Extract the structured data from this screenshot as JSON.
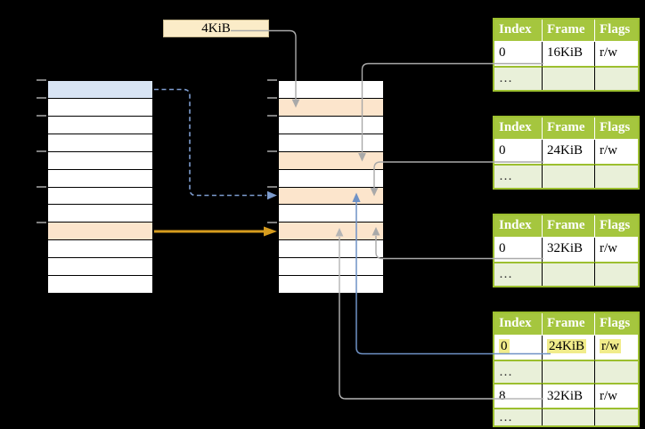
{
  "canvas": {
    "background": "#000000"
  },
  "page_size_box": {
    "label": "4KiB"
  },
  "virtual_memory_column": {
    "cells": [
      "blue",
      "white",
      "white",
      "white",
      "white",
      "white",
      "white",
      "white",
      "orange",
      "white",
      "white",
      "white"
    ]
  },
  "physical_memory_column": {
    "cells": [
      "white",
      "orange",
      "white",
      "white",
      "orange",
      "white",
      "orange",
      "white",
      "orange",
      "white",
      "white",
      "white"
    ]
  },
  "page_tables": [
    {
      "headers": [
        "Index",
        "Frame",
        "Flags"
      ],
      "rows": [
        {
          "cells": [
            "0",
            "16KiB",
            "r/w"
          ],
          "variant": "data",
          "highlight": false
        },
        {
          "cells": [
            "…",
            "",
            ""
          ],
          "variant": "ellipsis",
          "highlight": false
        }
      ]
    },
    {
      "headers": [
        "Index",
        "Frame",
        "Flags"
      ],
      "rows": [
        {
          "cells": [
            "0",
            "24KiB",
            "r/w"
          ],
          "variant": "data",
          "highlight": false
        },
        {
          "cells": [
            "…",
            "",
            ""
          ],
          "variant": "ellipsis",
          "highlight": false
        }
      ]
    },
    {
      "headers": [
        "Index",
        "Frame",
        "Flags"
      ],
      "rows": [
        {
          "cells": [
            "0",
            "32KiB",
            "r/w"
          ],
          "variant": "data",
          "highlight": false
        },
        {
          "cells": [
            "…",
            "",
            ""
          ],
          "variant": "ellipsis",
          "highlight": false
        }
      ]
    },
    {
      "headers": [
        "Index",
        "Frame",
        "Flags"
      ],
      "rows": [
        {
          "cells": [
            "0",
            "24KiB",
            "r/w"
          ],
          "variant": "data",
          "highlight": true
        },
        {
          "cells": [
            "…",
            "",
            ""
          ],
          "variant": "ellipsis",
          "highlight": false
        },
        {
          "cells": [
            "8",
            "32KiB",
            "r/w"
          ],
          "variant": "data",
          "highlight": false
        },
        {
          "cells": [
            "…",
            "",
            ""
          ],
          "variant": "ellipsis",
          "highlight": false
        }
      ]
    }
  ],
  "colors": {
    "table_header_green": "#A5C63E",
    "table_border_green": "#9CBF2F",
    "table_ellipsis_row_bg": "#E9F0D9",
    "highlight_yellow": "#F1EC8B",
    "virtual_cell_blue": "#D8E4F4",
    "memory_cell_orange": "#FCE5CC",
    "label_box_fill": "#FBECC8",
    "arrow_gray": "#A9A9A9",
    "arrow_blue": "#6F92C6",
    "arrow_dashed_blue": "#7D9CCE",
    "arrow_orange": "#D69C1E"
  }
}
